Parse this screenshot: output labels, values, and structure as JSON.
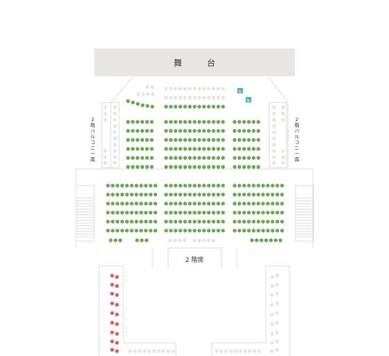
{
  "stage": {
    "label": "舞　　　台"
  },
  "second_floor": {
    "label": "2 階席"
  },
  "balcony_left": {
    "label": "2階バルコニー席"
  },
  "balcony_right": {
    "label": "2階バルコニー席"
  },
  "wheelchair": {
    "symbol": "♿",
    "icon": "wheelchair-icon"
  },
  "legend_colors": {
    "available": "#6aa554",
    "unavailable": "#e8e4df",
    "reserved": "#d95a5a",
    "wheelchair": "#4fb3c3",
    "stage_fill": "#e8e6e3",
    "line": "#d9d6d2"
  },
  "seat_status_counts": {
    "available": 336,
    "unavailable": 191,
    "reserved": 16,
    "wheelchair": 2
  }
}
